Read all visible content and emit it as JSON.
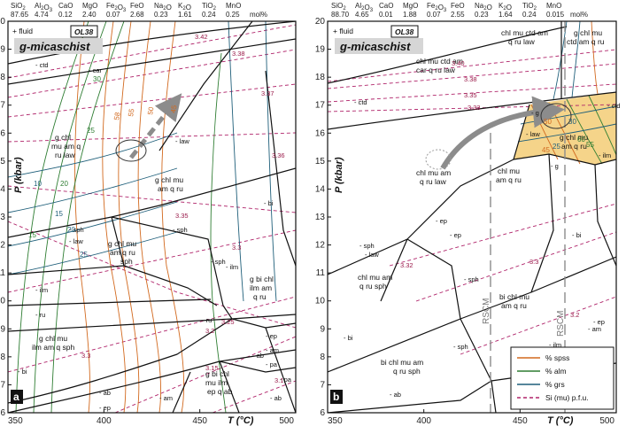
{
  "composition": {
    "a": {
      "oxides": [
        "SiO2",
        "Al2O3",
        "CaO",
        "MgO",
        "Fe2O3",
        "FeO",
        "Na2O",
        "K2O",
        "TiO2",
        "MnO"
      ],
      "values": [
        "87.65",
        "4.74",
        "0.12",
        "2.40",
        "0.07",
        "2.68",
        "0.23",
        "1.61",
        "0.24",
        "0.25"
      ],
      "unit": "mol%"
    },
    "b": {
      "oxides": [
        "SiO2",
        "Al2O3",
        "CaO",
        "MgO",
        "Fe2O3",
        "FeO",
        "Na2O",
        "K2O",
        "TiO2",
        "MnO"
      ],
      "values": [
        "88.70",
        "4.65",
        "0.01",
        "1.88",
        "0.07",
        "2.55",
        "0.23",
        "1.64",
        "0.24",
        "0.015"
      ],
      "unit": "mol%"
    }
  },
  "panels": [
    {
      "letter": "a",
      "fluid": "+ fluid",
      "sample": "OL38",
      "rock": "g-micaschist",
      "fields": [
        "g chl",
        "mu am q",
        "ru law",
        "g chl mu",
        "am q ru",
        "g chl mu",
        "am q ru",
        "sph",
        "g bi chl",
        "ilm am",
        "q ru",
        "g chl mu",
        "ilm am q sph",
        "g bi chl",
        "mu ilm",
        "ep q ab"
      ],
      "reactions": [
        "- ctd",
        "- car",
        "- law",
        "- bi",
        "- sph",
        "- sph",
        "- law",
        "- ilm",
        "- ilm",
        "- ru",
        "- ru",
        "- ep",
        "- bi",
        "- ab",
        "- ep",
        "- am",
        "- pa",
        "- ab",
        "- am",
        "- pa",
        "- ab",
        "- sph"
      ],
      "isopleths_si": [
        "3.42",
        "3.38",
        "3.37",
        "3.36",
        "3.35",
        "3.3",
        "3.25",
        "3.2",
        "3.15",
        "3.1"
      ],
      "isopleths_spss": [
        "58",
        "55",
        "50",
        "45"
      ],
      "isopleths_alm": [
        "30",
        "25",
        "20",
        "15"
      ],
      "isopleths_grs": [
        "10",
        "15",
        "20",
        "25"
      ]
    },
    {
      "letter": "b",
      "fluid": "+ fluid",
      "sample": "OL38",
      "rock": "g-micaschist",
      "fields": [
        "chl mu ctd am",
        "q ru law",
        "chl mu ctd am",
        "car q ru law",
        "g chl mu",
        "ctd am q ru",
        "chl mu am",
        "q ru law",
        "chl mu",
        "am q ru",
        "g chl mu",
        "am q ru",
        "chl mu am",
        "q ru sph",
        "bi chl mu",
        "am q ru",
        "bi chl mu am",
        "q ru sph"
      ],
      "reactions": [
        "- ctd",
        "- law",
        "- g",
        "- g",
        "- ilm",
        "- ep",
        "- ep",
        "- sph",
        "- sph",
        "- law",
        "- bi",
        "- bi",
        "- ilm",
        "- am",
        "- ep",
        "- sph",
        "- ab",
        "- ctd"
      ],
      "isopleths_si": [
        "3.40",
        "3.38",
        "3.35",
        "3.33",
        "3.32",
        "3.3",
        "3.2"
      ],
      "isopleths_spss": [
        "45",
        "50"
      ],
      "isopleths_alm": [
        "55",
        "60"
      ],
      "isopleths_grs": [
        "25",
        "30"
      ],
      "rscm": "RSCM"
    }
  ],
  "axes": {
    "x_label": "T (°C)",
    "y_label": "P (kbar)",
    "x_ticks": [
      "350",
      "400",
      "450",
      "500"
    ],
    "y_ticks": [
      "6",
      "7",
      "8",
      "9",
      "10",
      "11",
      "12",
      "13",
      "14",
      "15",
      "16",
      "17",
      "18",
      "19",
      "20"
    ]
  },
  "legend": [
    {
      "label": "% spss",
      "color": "#d2691e",
      "dash": false
    },
    {
      "label": "% alm",
      "color": "#2e7d32",
      "dash": false
    },
    {
      "label": "% grs",
      "color": "#1f5f7a",
      "dash": false
    },
    {
      "label": "Si (mu) p.f.u.",
      "color": "#b0246a",
      "dash": true
    }
  ],
  "colors": {
    "si": "#b0246a",
    "spss": "#d2691e",
    "alm": "#2e7d32",
    "grs": "#1f5f7a",
    "peak_field": "#f5d48a",
    "arrow": "#8c8c8c"
  }
}
